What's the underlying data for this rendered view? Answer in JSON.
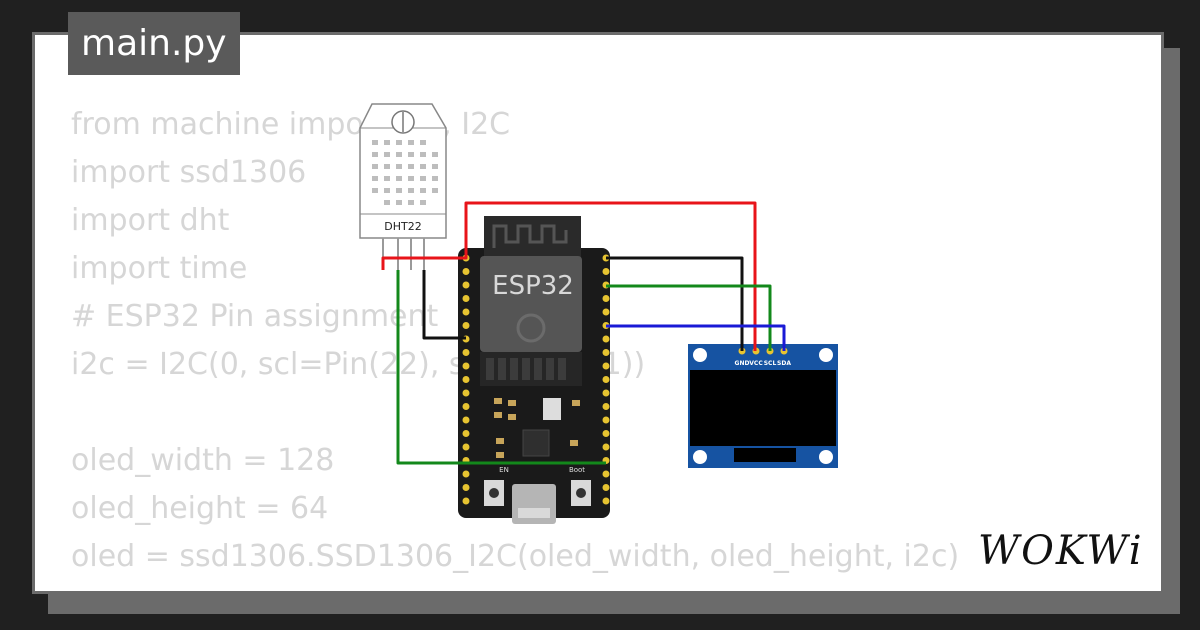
{
  "editor": {
    "filename": "main.py",
    "code_lines": [
      "from machine import Pin, I2C",
      "import ssd1306",
      "import dht",
      "import time",
      "# ESP32 Pin assignment",
      "i2c = I2C(0, scl=Pin(22), sda=Pin(21))",
      "",
      "oled_width = 128",
      "oled_height = 64",
      "oled = ssd1306.SSD1306_I2C(oled_width, oled_height, i2c)"
    ]
  },
  "diagram": {
    "sensor_label": "DHT22",
    "board_label": "ESP32",
    "board_button_en": "EN",
    "board_button_boot": "Boot",
    "oled_pins": [
      "GND",
      "VCC",
      "SCL",
      "SDA"
    ],
    "wire_colors": {
      "power": "#e8141a",
      "ground": "#111111",
      "scl": "#13881b",
      "sda": "#1a1ad6"
    }
  },
  "branding": {
    "logo_text": "WOKWi"
  }
}
